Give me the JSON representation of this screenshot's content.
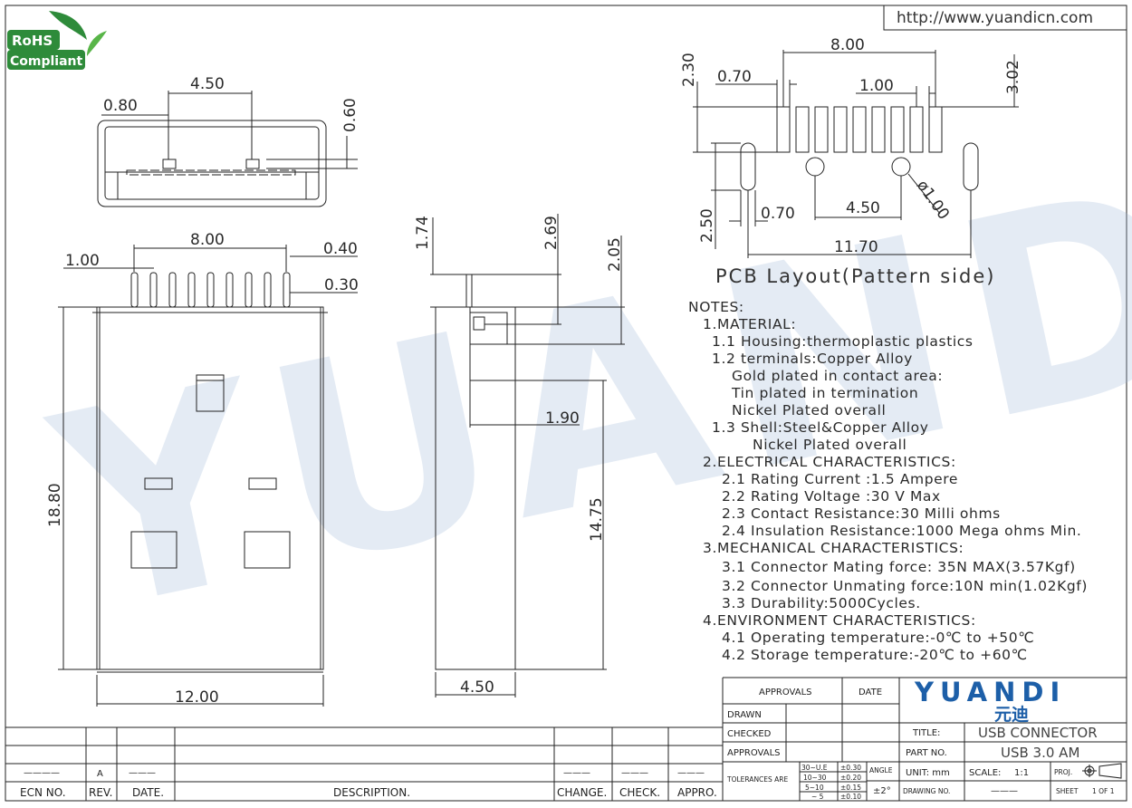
{
  "url": "http://www.yuandicn.com",
  "rohs": {
    "line1": "RoHS",
    "line2": "Compliant"
  },
  "watermark": "YUANDI",
  "front_view": {
    "dim_width": "4.50",
    "dim_left": "0.80",
    "dim_height": "0.60"
  },
  "top_view": {
    "dim_pitch_span": "8.00",
    "dim_pitch": "1.00",
    "dim_pin_w1": "0.40",
    "dim_pin_w2": "0.30",
    "dim_length": "18.80",
    "dim_width": "12.00"
  },
  "side_view": {
    "dim_a": "1.74",
    "dim_b": "2.69",
    "dim_c": "2.05",
    "dim_d": "1.90",
    "dim_e": "14.75",
    "dim_f": "4.50"
  },
  "pcb": {
    "dim_span": "8.00",
    "dim_230": "2.30",
    "dim_070_top": "0.70",
    "dim_pitch": "1.00",
    "dim_302": "3.02",
    "dim_250": "2.50",
    "dim_070_bot": "0.70",
    "dim_450": "4.50",
    "dim_hole": "ø1.00",
    "dim_1170": "11.70",
    "caption": "PCB Layout(Pattern side)"
  },
  "notes": [
    "NOTES:",
    "1.MATERIAL:",
    "1.1 Housing:thermoplastic plastics",
    "1.2 terminals:Copper Alloy",
    "Gold plated in contact area:",
    "Tin plated in termination",
    "Nickel Plated overall",
    "1.3 Shell:Steel&Copper Alloy",
    "Nickel Plated overall",
    "2.ELECTRICAL CHARACTERISTICS:",
    "2.1 Rating Current :1.5 Ampere",
    "2.2 Rating Voltage :30 V Max",
    "2.3 Contact Resistance:30 Milli ohms",
    "2.4 Insulation Resistance:1000 Mega ohms Min.",
    "3.MECHANICAL CHARACTERISTICS:",
    "3.1 Connector Mating force: 35N MAX(3.57Kgf)",
    "3.2 Connector Unmating force:10N min(1.02Kgf)",
    "3.3 Durability:5000Cycles.",
    "4.ENVIRONMENT CHARACTERISTICS:",
    "4.1 Operating temperature:-0℃ to +50℃",
    "4.2 Storage temperature:-20℃ to +60℃"
  ],
  "title_block": {
    "approvals": "APPROVALS",
    "date": "DATE",
    "drawn": "DRAWN",
    "checked": "CHECKED",
    "approvals2": "APPROVALS",
    "tolerances": "TOLERANCES ARE",
    "tol_rows": [
      [
        "30~U.E",
        "±0.30"
      ],
      [
        "10~30",
        "±0.20"
      ],
      [
        "5~10",
        "±0.15"
      ],
      [
        "~ 5",
        "±0.10"
      ]
    ],
    "angle": "ANGLE",
    "angle_val": "±2°",
    "brand": "YUANDI",
    "brand_cn": "元迪",
    "title_label": "TITLE:",
    "title_value": "USB CONNECTOR",
    "part_label": "PART NO.",
    "part_value": "USB 3.0 AM",
    "unit": "UNIT: mm",
    "scale": "SCALE:",
    "scale_val": "1:1",
    "proj": "PROJ.",
    "drawing_no": "DRAWING NO.",
    "drawing_val": "———",
    "sheet": "SHEET",
    "sheet_val": "1 OF 1"
  },
  "revision_block": {
    "headers": [
      "ECN NO.",
      "REV.",
      "DATE.",
      "DESCRIPTION.",
      "CHANGE.",
      "CHECK.",
      "APPRO."
    ],
    "row_a": {
      "ecn": "————",
      "rev": "A",
      "date": "———",
      "change": "———",
      "check": "———",
      "appro": "———"
    }
  },
  "colors": {
    "line": "#222222",
    "watermark": "#9fb8d9",
    "brand": "#1d5fa8",
    "rohs": "#2e8b3a"
  }
}
